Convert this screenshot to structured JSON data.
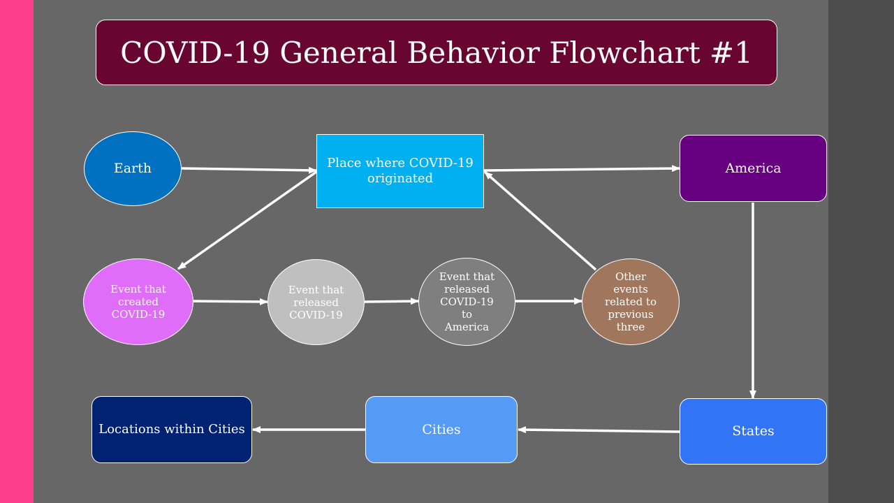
{
  "title": "COVID-19 General Behavior Flowchart #1",
  "colors": {
    "background": "#676767",
    "left_stripe": "#ff3d8d",
    "right_panel": "#4d4d4d",
    "title_box": "#680631",
    "arrow": "#ffffff"
  },
  "nodes": {
    "earth": {
      "label": "Earth",
      "color": "#0070c0"
    },
    "origin": {
      "label": "Place where COVID-19 originated",
      "color": "#00b0f0"
    },
    "america": {
      "label": "America",
      "color": "#660081"
    },
    "event_created": {
      "label": "Event that created COVID-19",
      "color": "#e06df9"
    },
    "event_released": {
      "label": "Event that released COVID-19",
      "color": "#bfbfbf"
    },
    "event_released_america": {
      "label": "Event that released COVID-19 to America",
      "color": "#7f7f7f"
    },
    "other_events": {
      "label": "Other events related to previous three",
      "color": "#a0765c"
    },
    "states": {
      "label": "States",
      "color": "#3274f6"
    },
    "cities": {
      "label": "Cities",
      "color": "#559af5"
    },
    "locations": {
      "label": "Locations within Cities",
      "color": "#002270"
    }
  },
  "edges": [
    {
      "from": "earth",
      "to": "origin"
    },
    {
      "from": "origin",
      "to": "america"
    },
    {
      "from": "origin",
      "to": "event_created"
    },
    {
      "from": "event_created",
      "to": "event_released"
    },
    {
      "from": "event_released",
      "to": "event_released_america"
    },
    {
      "from": "event_released_america",
      "to": "other_events"
    },
    {
      "from": "other_events",
      "to": "origin"
    },
    {
      "from": "america",
      "to": "states"
    },
    {
      "from": "states",
      "to": "cities"
    },
    {
      "from": "cities",
      "to": "locations"
    }
  ]
}
